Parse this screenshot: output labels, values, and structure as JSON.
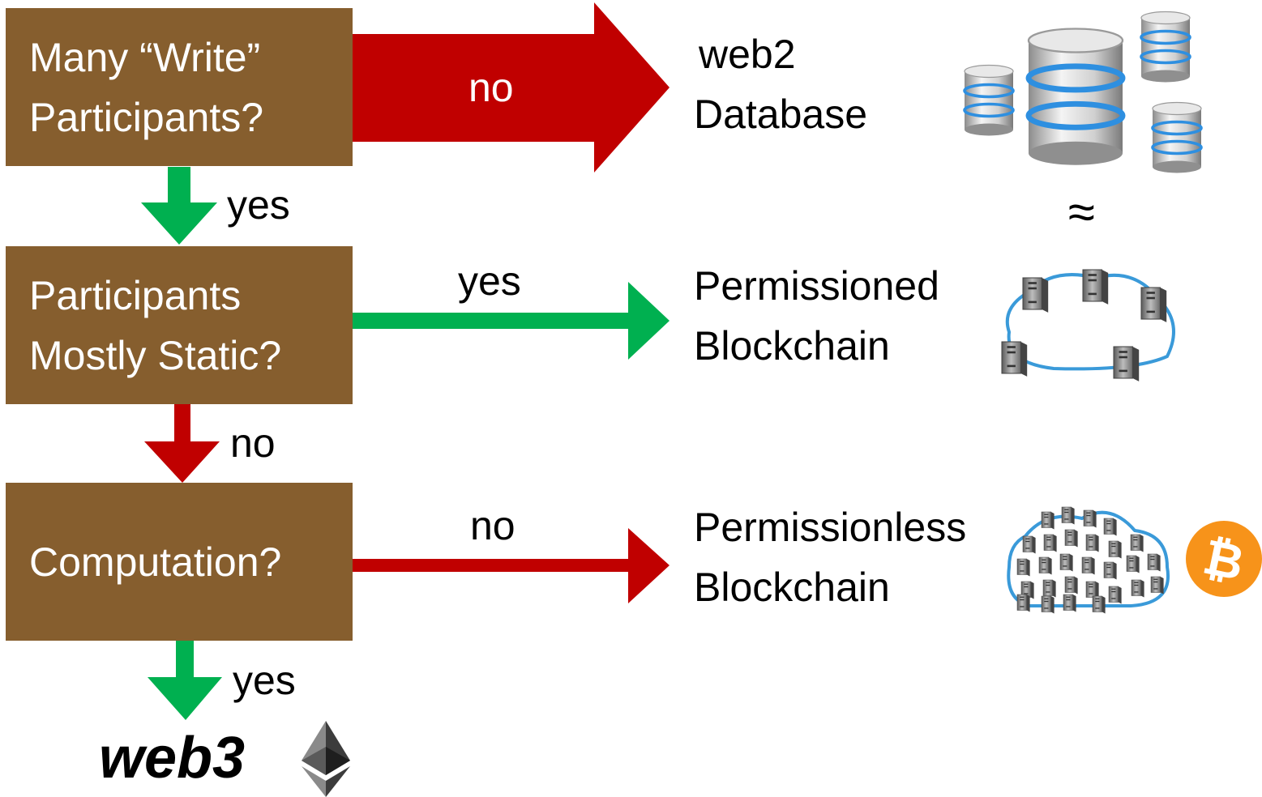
{
  "questions": [
    {
      "line1": "Many “Write”",
      "line2": "Participants?"
    },
    {
      "line1": "Participants",
      "line2": "Mostly Static?"
    },
    {
      "line1": "Computation?"
    }
  ],
  "flow_labels": {
    "q1_down": "yes",
    "q2_down": "no",
    "q3_down": "yes",
    "q1_right": "no",
    "q2_right": "yes",
    "q3_right": "no"
  },
  "outcomes": [
    {
      "line1": "web2",
      "line2": "Database"
    },
    {
      "line1": "Permissioned",
      "line2": "Blockchain"
    },
    {
      "line1": "Permissionless",
      "line2": "Blockchain"
    }
  ],
  "final": {
    "label": "web3"
  },
  "approx_symbol": "≈",
  "bitcoin_symbol": "₿",
  "icons": [
    "database-icon",
    "server-cloud-icon",
    "server-swarm-icon",
    "bitcoin-icon",
    "ethereum-icon"
  ],
  "colors": {
    "box": "#865e2e",
    "yes_arrow": "#00b050",
    "no_arrow": "#c00000",
    "bitcoin": "#f7931a",
    "cloud_line": "#3a9ad9"
  }
}
